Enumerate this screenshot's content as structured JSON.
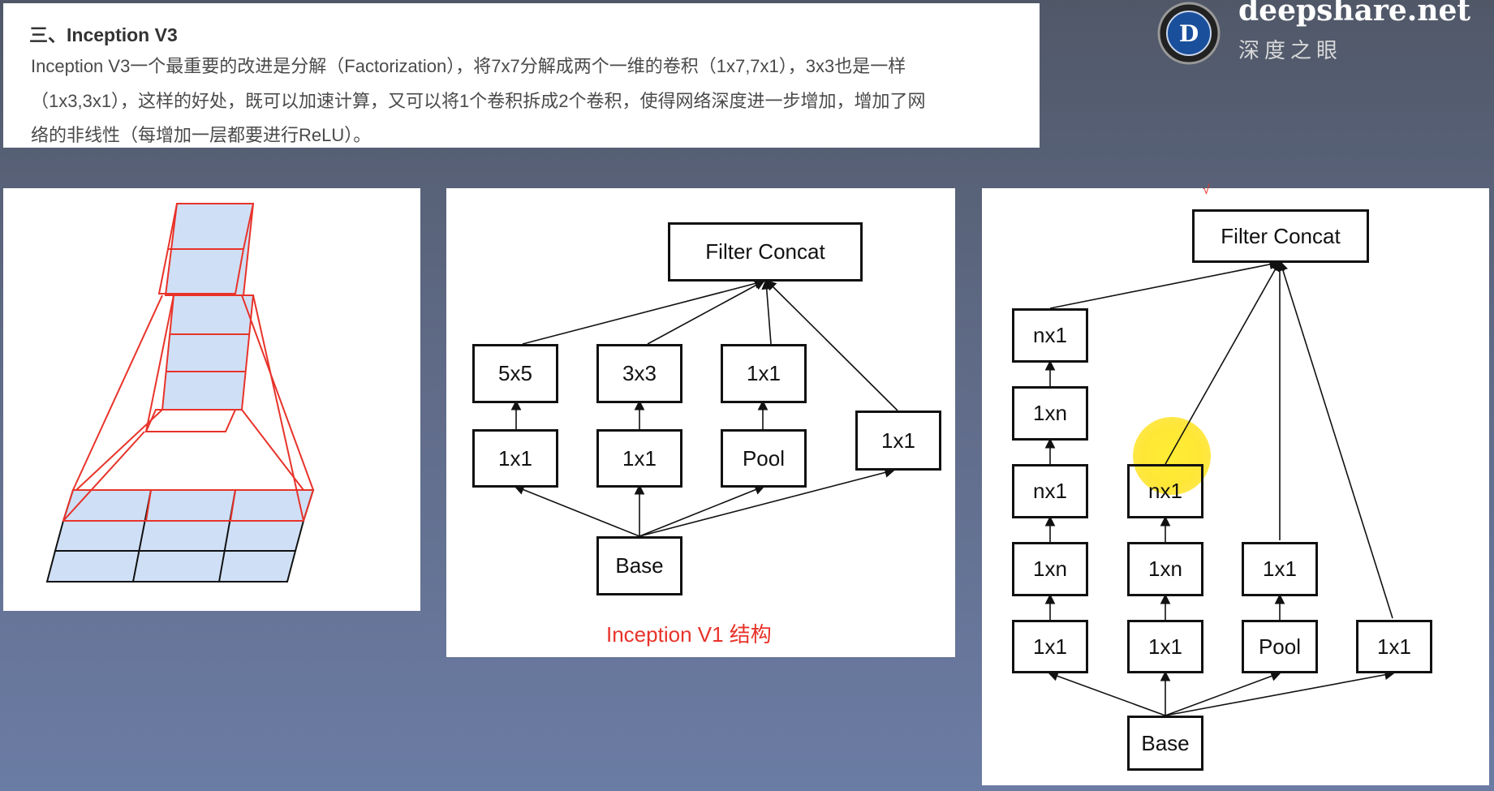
{
  "text_panel": {
    "title": "三、Inception V3",
    "lines": [
      "Inception V3一个最重要的改进是分解（Factorization），将7x7分解成两个一维的卷积（1x7,7x1），3x3也是一样",
      "（1x3,3x1），这样的好处，既可以加速计算，又可以将1个卷积拆成2个卷积，使得网络深度进一步增加，增加了网",
      "络的非线性（每增加一层都要进行ReLU）。"
    ]
  },
  "logo": {
    "name": "deepshare.net",
    "subtitle": "深度之眼",
    "badge_letter": "D",
    "icon": "deepshare-logo-icon"
  },
  "v1_diagram": {
    "caption": "Inception V1 结构",
    "nodes": {
      "concat": "Filter Concat",
      "c5x5": "5x5",
      "c3x3": "3x3",
      "c1x1_top": "1x1",
      "c1x1_a": "1x1",
      "c1x1_b": "1x1",
      "pool": "Pool",
      "c1x1_right": "1x1",
      "base": "Base"
    }
  },
  "v3_diagram": {
    "top_mark": "√",
    "nodes": {
      "concat": "Filter Concat",
      "a_nx1_top": "nx1",
      "a_1xn_2": "1xn",
      "a_nx1_3": "nx1",
      "a_1xn_4": "1xn",
      "a_1x1": "1x1",
      "b_nx1": "nx1",
      "b_1xn": "1xn",
      "b_1x1": "1x1",
      "c_1x1": "1x1",
      "c_pool": "Pool",
      "d_1x1": "1x1",
      "base": "Base"
    }
  },
  "colors": {
    "accent": "#e8332a",
    "highlight": "#ffe81a",
    "cell_fill": "#cfe0f6"
  }
}
